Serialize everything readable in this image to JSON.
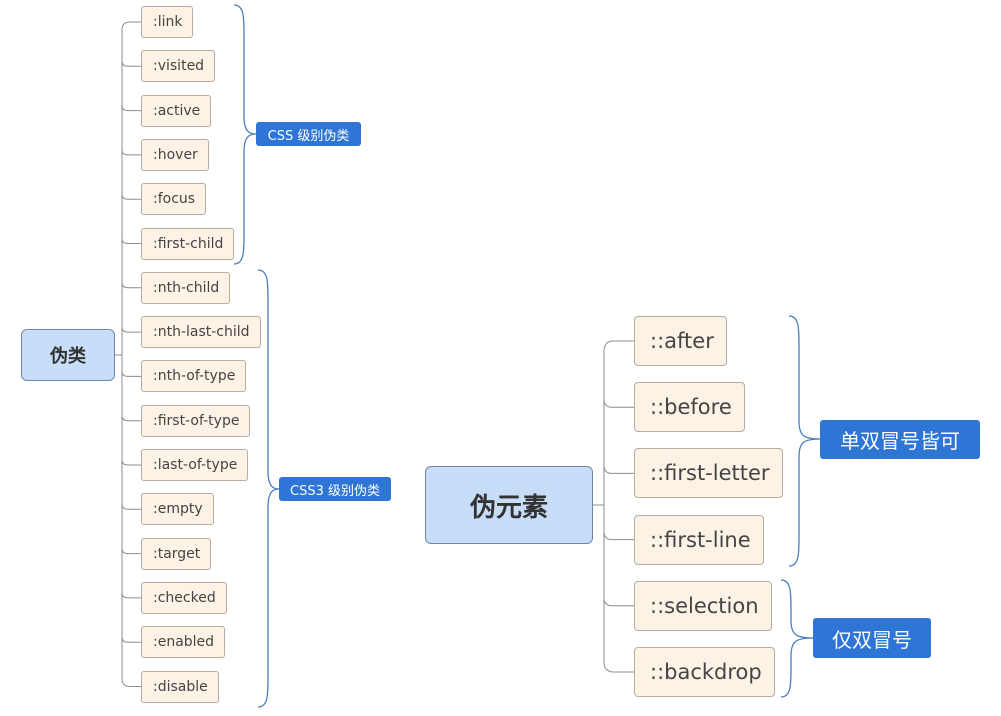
{
  "pseudo_classes": {
    "root_label": "伪类",
    "css_group_label": "CSS 级别伪类",
    "css3_group_label": "CSS3 级别伪类",
    "css_items": [
      ":link",
      ":visited",
      ":active",
      ":hover",
      ":focus",
      ":first-child"
    ],
    "css3_items": [
      ":nth-child",
      ":nth-last-child",
      ":nth-of-type",
      ":first-of-type",
      ":last-of-type",
      ":empty",
      ":target",
      ":checked",
      ":enabled",
      ":disable"
    ]
  },
  "pseudo_elements": {
    "root_label": "伪元素",
    "either_colon_label": "单双冒号皆可",
    "double_colon_label": "仅双冒号",
    "either_colon_items": [
      "::after",
      "::before",
      "::first-letter",
      "::first-line"
    ],
    "double_colon_items": [
      "::selection",
      "::backdrop"
    ]
  },
  "colors": {
    "root_fill": "#c8ddf8",
    "leaf_fill": "#fdf2e6",
    "tag_fill": "#2e75d5",
    "connector": "#8c8c8c",
    "brace": "#4a7fc0"
  }
}
